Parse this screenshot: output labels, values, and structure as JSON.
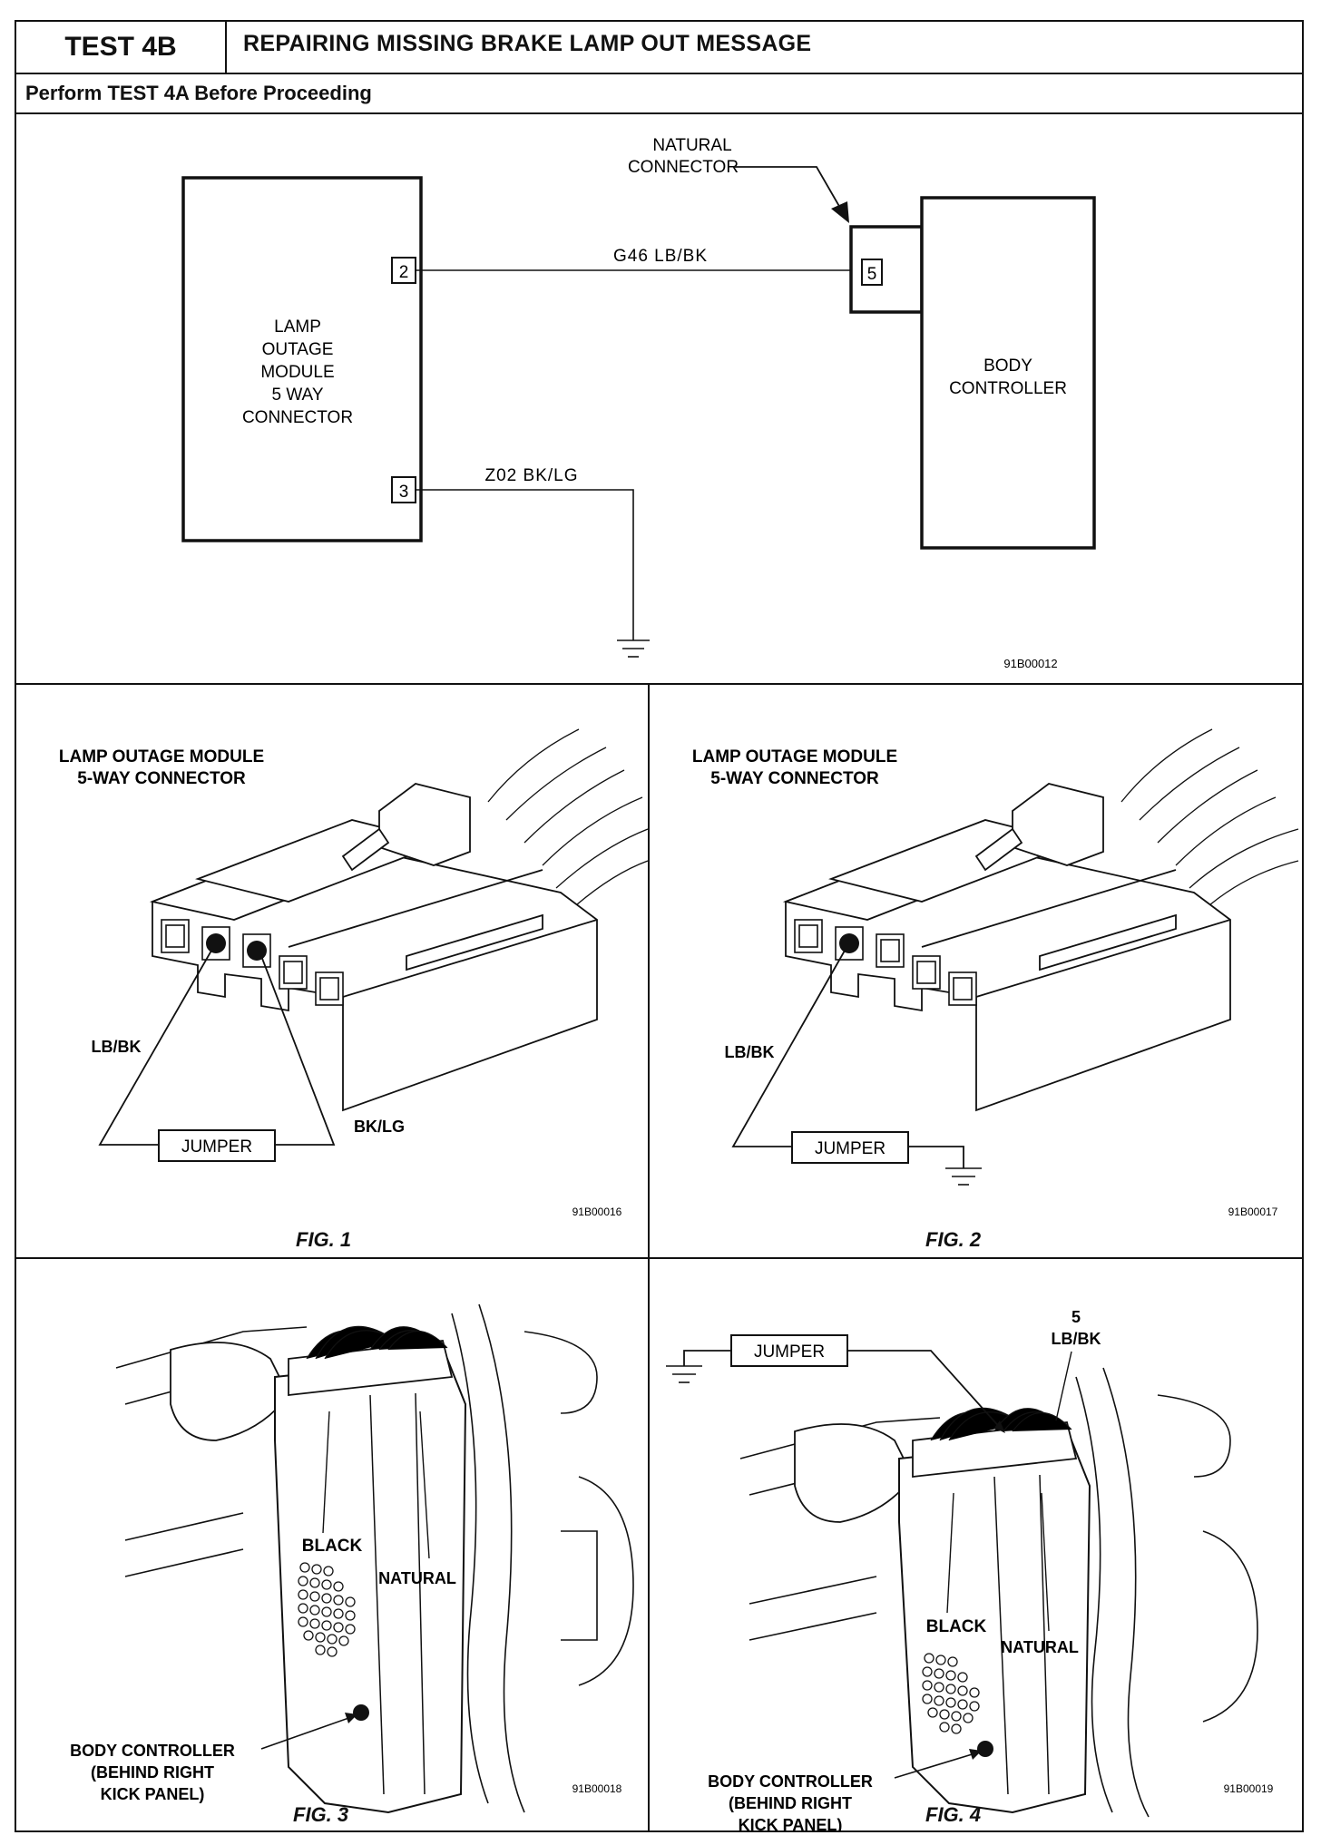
{
  "header": {
    "test_id": "TEST 4B",
    "title": "REPAIRING MISSING BRAKE LAMP OUT MESSAGE",
    "subtitle": "Perform TEST 4A Before Proceeding"
  },
  "schematic": {
    "natural_connector_line1": "NATURAL",
    "natural_connector_line2": "CONNECTOR",
    "lom_lines": [
      "LAMP",
      "OUTAGE",
      "MODULE",
      "5 WAY",
      "CONNECTOR"
    ],
    "body_controller_lines": [
      "BODY",
      "CONTROLLER"
    ],
    "pin_2": "2",
    "pin_3": "3",
    "pin_5": "5",
    "wire_top": "G46 LB/BK",
    "wire_bottom": "Z02 BK/LG",
    "ref": "91B00012"
  },
  "fig1": {
    "title_line1": "LAMP OUTAGE MODULE",
    "title_line2": "5-WAY CONNECTOR",
    "label_lb_bk": "LB/BK",
    "label_bk_lg": "BK/LG",
    "jumper": "JUMPER",
    "ref": "91B00016",
    "caption": "FIG. 1"
  },
  "fig2": {
    "title_line1": "LAMP OUTAGE MODULE",
    "title_line2": "5-WAY CONNECTOR",
    "label_lb_bk": "LB/BK",
    "jumper": "JUMPER",
    "ref": "91B00017",
    "caption": "FIG. 2"
  },
  "fig3": {
    "black": "BLACK",
    "natural": "NATURAL",
    "bc_line1": "BODY CONTROLLER",
    "bc_line2": "(BEHIND RIGHT",
    "bc_line3": "KICK PANEL)",
    "ref": "91B00018",
    "caption": "FIG. 3"
  },
  "fig4": {
    "jumper": "JUMPER",
    "pin_label_line1": "5",
    "pin_label_line2": "LB/BK",
    "black": "BLACK",
    "natural": "NATURAL",
    "bc_line1": "BODY CONTROLLER",
    "bc_line2": "(BEHIND RIGHT",
    "bc_line3": "KICK PANEL)",
    "ref": "91B00019",
    "caption": "FIG. 4"
  }
}
